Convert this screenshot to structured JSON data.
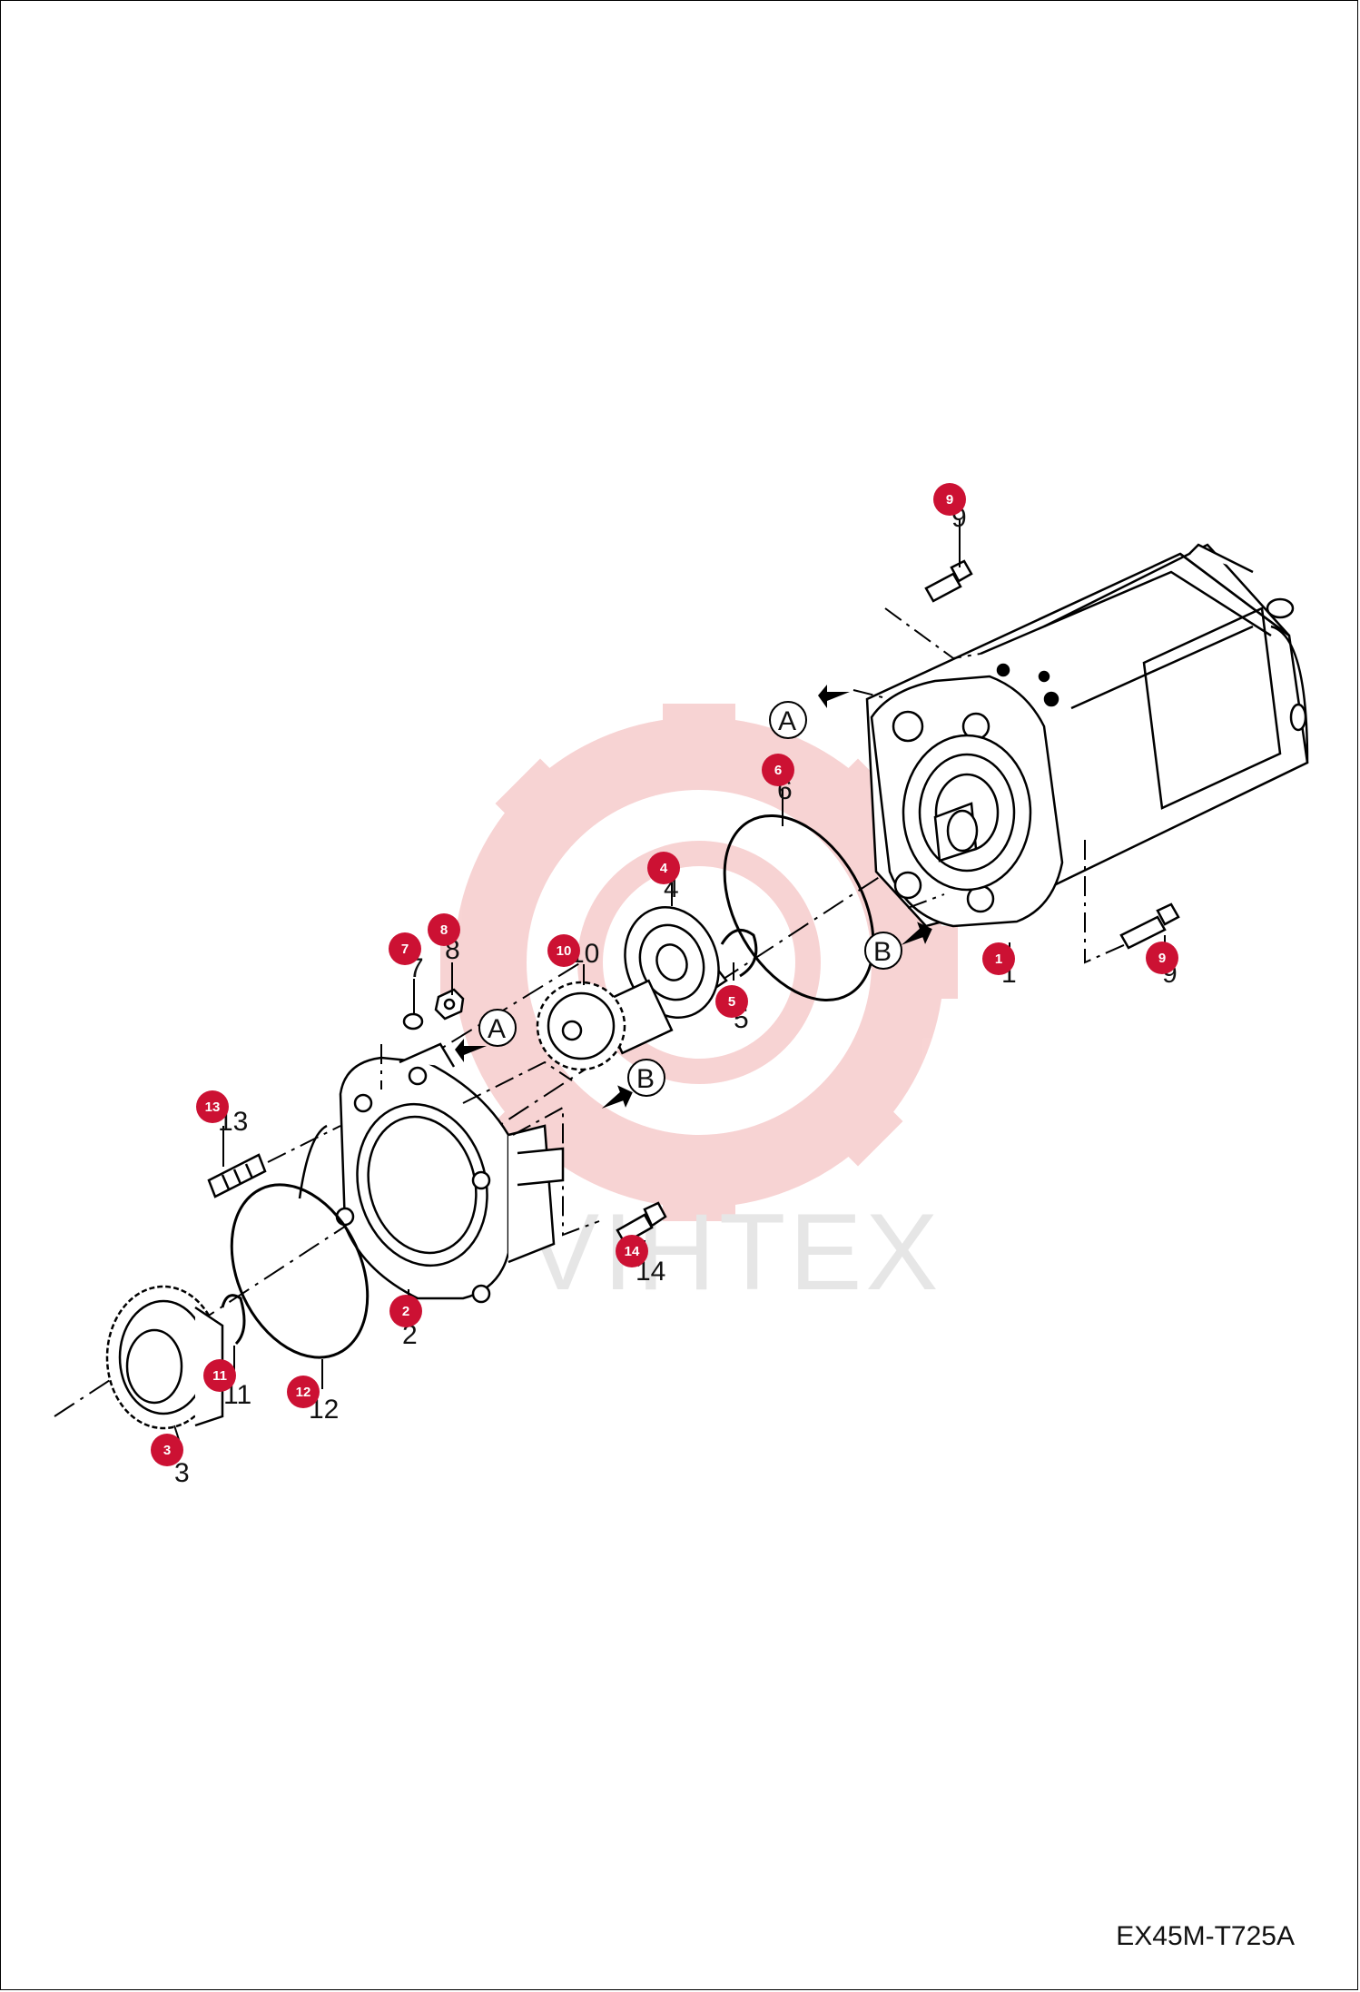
{
  "drawing_code": "EX45M-T725A",
  "watermark_text": "VIHTEX",
  "watermark_color": "#f5c6c6",
  "badge_color": "#cc1133",
  "callouts": [
    {
      "id": "1",
      "label": "1"
    },
    {
      "id": "2",
      "label": "2"
    },
    {
      "id": "3",
      "label": "3"
    },
    {
      "id": "4",
      "label": "4"
    },
    {
      "id": "5",
      "label": "5"
    },
    {
      "id": "6",
      "label": "6"
    },
    {
      "id": "7",
      "label": "7"
    },
    {
      "id": "8",
      "label": "8"
    },
    {
      "id": "9a",
      "label": "9"
    },
    {
      "id": "9b",
      "label": "9"
    },
    {
      "id": "10",
      "label": "10"
    },
    {
      "id": "11",
      "label": "11"
    },
    {
      "id": "12",
      "label": "12"
    },
    {
      "id": "13",
      "label": "13"
    },
    {
      "id": "14",
      "label": "14"
    }
  ],
  "connectors": {
    "a_upper": "A",
    "b_upper": "B",
    "a_lower": "A",
    "b_lower": "B"
  }
}
